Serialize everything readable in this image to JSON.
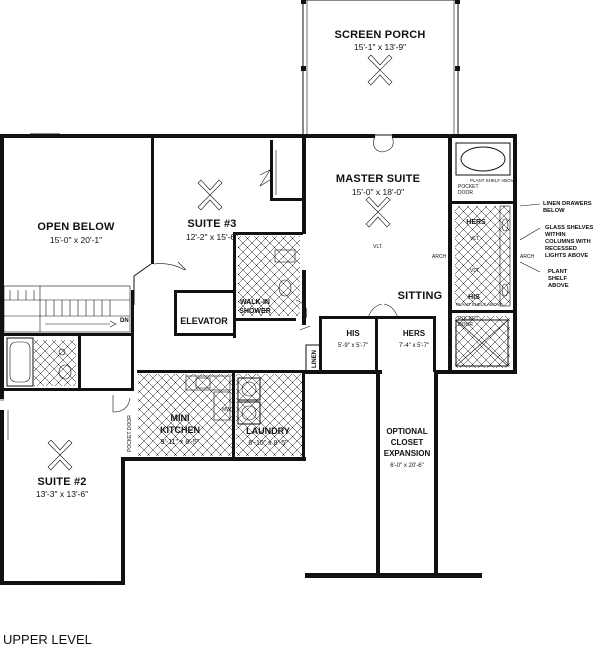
{
  "level_label": "UPPER LEVEL",
  "rooms": {
    "screen_porch": {
      "name": "SCREEN PORCH",
      "dim": "15'-1\" x 13'-9\""
    },
    "master_suite": {
      "name": "MASTER SUITE",
      "dim": "15'-0\" x 18'-0\""
    },
    "open_below": {
      "name": "OPEN BELOW",
      "dim": "15'-0\" x 20'-1\""
    },
    "suite3": {
      "name": "SUITE #3",
      "dim": "12'-2\" x 15'-6\""
    },
    "suite2": {
      "name": "SUITE #2",
      "dim": "13'-3\" x 13'-6\""
    },
    "elevator": {
      "name": "ELEVATOR"
    },
    "walkin_shower": {
      "line1": "WALK-IN",
      "line2": "SHOWER"
    },
    "sitting": {
      "name": "SITTING"
    },
    "his_closet": {
      "name": "HIS",
      "dim": "5'-9\" x 5'-7\""
    },
    "hers_closet": {
      "name": "HERS",
      "dim": "7'-4\" x 5'-7\""
    },
    "mini_kitchen": {
      "line1": "MINI",
      "line2": "KITCHEN",
      "dim": "9'-11\" x 8'-5\""
    },
    "laundry": {
      "name": "LAUNDRY",
      "dim": "6'-10\" x 8'-5\""
    },
    "closet_expansion": {
      "line1": "OPTIONAL",
      "line2": "CLOSET",
      "line3": "EXPANSION",
      "dim": "6'-0\" x 20'-6\""
    },
    "linen": {
      "name": "LINEN"
    },
    "bath_hers": {
      "name": "HERS"
    },
    "bath_his": {
      "name": "HIS"
    }
  },
  "annotations": {
    "linen_drawers": [
      "LINEN DRAWERS",
      "BELOW"
    ],
    "glass_shelves": [
      "GLASS SHELVES",
      "WITHIN",
      "COLUMNS WITH",
      "RECESSED",
      "LIGHTS ABOVE"
    ],
    "plant_shelf": [
      "PLANT",
      "SHELF",
      "ABOVE"
    ],
    "dn": "DN",
    "arch_left": "ARCH",
    "arch_right": "ARCH",
    "vlt1": "VLT.",
    "vlt2": "VLT.",
    "vlt3": "VLT.",
    "pocket_door1": [
      "POCKET",
      "DOOR"
    ],
    "pocket_door2": [
      "POCKET",
      "DOOR"
    ],
    "plant_shelf_above1": "PLANT SHELF ABOVE",
    "plant_shelf_above2": "PLANT SHELF ABOVE",
    "pocket_door_kitchen": "POCKET DOOR",
    "mw": "MW"
  }
}
